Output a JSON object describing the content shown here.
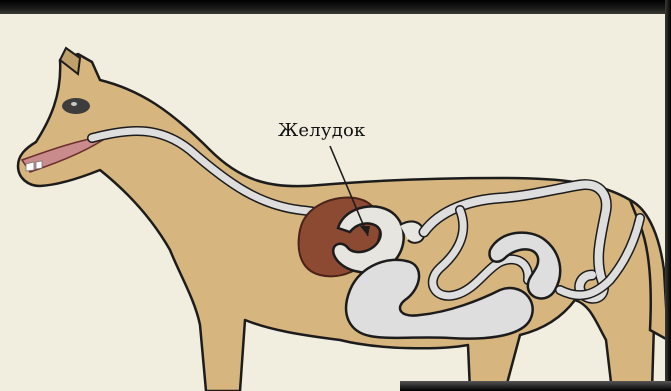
{
  "labels": {
    "stomach": "Желудок"
  },
  "colors": {
    "background": "#f2eedf",
    "horse_body": "#d6b57e",
    "digestive_tract": "#dedede",
    "stomach": "#e7e5df",
    "liver": "#8d4a33",
    "mouth": "#c98b8b",
    "eye": "#3d3d3d",
    "outline": "#1c1c1c"
  },
  "icons": [
    "horse-silhouette",
    "digestive-tract",
    "arrow-pointer"
  ]
}
